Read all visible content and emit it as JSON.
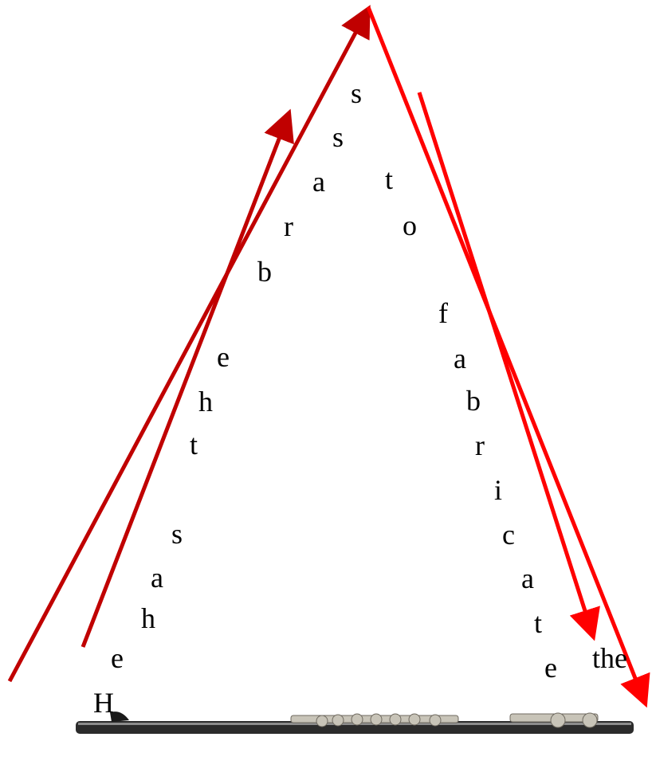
{
  "letters": [
    {
      "id": "l-0",
      "text": "H"
    },
    {
      "id": "l-1",
      "text": "e"
    },
    {
      "id": "l-2",
      "text": "h"
    },
    {
      "id": "l-3",
      "text": "a"
    },
    {
      "id": "l-4",
      "text": "s"
    },
    {
      "id": "l-5",
      "text": "t"
    },
    {
      "id": "l-6",
      "text": "h"
    },
    {
      "id": "l-7",
      "text": "e"
    },
    {
      "id": "l-8",
      "text": "b"
    },
    {
      "id": "l-9",
      "text": "r"
    },
    {
      "id": "l-10",
      "text": "a"
    },
    {
      "id": "l-11",
      "text": "s"
    },
    {
      "id": "l-12",
      "text": "s"
    },
    {
      "id": "l-13",
      "text": "t"
    },
    {
      "id": "l-14",
      "text": "o"
    },
    {
      "id": "l-15",
      "text": "f"
    },
    {
      "id": "l-16",
      "text": "a"
    },
    {
      "id": "l-17",
      "text": "b"
    },
    {
      "id": "l-18",
      "text": "r"
    },
    {
      "id": "l-19",
      "text": "i"
    },
    {
      "id": "l-20",
      "text": "c"
    },
    {
      "id": "l-21",
      "text": "a"
    },
    {
      "id": "l-22",
      "text": "t"
    },
    {
      "id": "l-23",
      "text": "e"
    },
    {
      "id": "l-24",
      "text": "the"
    }
  ],
  "colors": {
    "text": "#000000",
    "arrow_dark": "#c00000",
    "arrow_bright": "#ff0000",
    "flute_body": "#2b2b2b",
    "flute_keys": "#b8b4a8",
    "background": "#ffffff"
  },
  "icons": {
    "flute": "flute-image",
    "arrows": [
      "up-arrow-outer",
      "up-arrow-inner",
      "down-arrow-inner",
      "down-arrow-outer"
    ]
  }
}
